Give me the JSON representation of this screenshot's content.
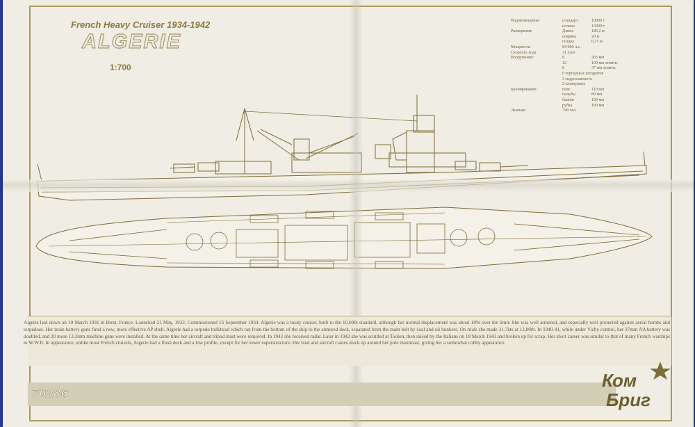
{
  "header": {
    "title": "French Heavy Cruiser 1934-1942",
    "ship_name": "ALGERIE",
    "scale": "1:700"
  },
  "specs": {
    "rows": [
      {
        "label": "Водоизмещение",
        "sub": "стандарт.",
        "value": "10000 т"
      },
      {
        "label": "",
        "sub": "полное",
        "value": "13900 т"
      },
      {
        "label": "Размерения:",
        "sub": "Длина",
        "value": "186,2 м"
      },
      {
        "label": "",
        "sub": "ширина",
        "value": "20 м"
      },
      {
        "label": "",
        "sub": "осадка",
        "value": "6,15 м"
      },
      {
        "label": "Мощность:",
        "sub": "84 000 л.с.",
        "value": ""
      },
      {
        "label": "Скорость хода",
        "sub": "31 узел",
        "value": ""
      },
      {
        "label": "Вооружение:",
        "sub": "8",
        "value": "203 мм"
      },
      {
        "label": "",
        "sub": "12",
        "value": "100 мм зенитн."
      },
      {
        "label": "",
        "sub": "8",
        "value": "37 мм зенитн."
      },
      {
        "label": "",
        "sub": "6 торпедных аппаратов",
        "value": ""
      },
      {
        "label": "",
        "sub": "3 гидросамолета",
        "value": ""
      },
      {
        "label": "",
        "sub": "2 катапульты",
        "value": ""
      },
      {
        "label": "Бронирование:",
        "sub": "пояс",
        "value": "110 мм"
      },
      {
        "label": "",
        "sub": "палубы",
        "value": "80 мм"
      },
      {
        "label": "",
        "sub": "башни",
        "value": "100 мм"
      },
      {
        "label": "",
        "sub": "рубка",
        "value": "100 мм"
      },
      {
        "label": "Экипаж:",
        "sub": "748 чел.",
        "value": ""
      }
    ]
  },
  "history": {
    "text": "Algerie laid down on 19 March 1931 in Brest, France. Launched 21 May, 1932. Commissioned 15 September 1934. Algerie was a treaty cruiser, built to the 10,000t standard, although her normal displacement was about 10% over the limit. She was well armored, and especially well protected against aerial bombs and torpedoes. Her main battery guns fired a new, more effective AP shell. Algerie had a torpedo bulkhead which ran from the bottom of the ship to the armored deck, separated from the main belt by coal and oil bunkers. On trials she made 31.7kts at 12,000t. In 1940-41, while under Vichy control, her 37mm AA battery was doubled, and 20 more 13.2mm machine guns were installed. At the same time her aircraft and tripod mast were removed. In 1942 she received radar. Later in 1942 she was scuttled at Toulon, then raised by the Italians on 18 March 1943 and broken up for scrap. Her short career was similar to that of many French warships in W.W.II. In appearance, unlike most French cruisers, Algerie had a flush deck and a low profile, except for her tower superstructure. Her boat and aircraft cranes stuck up around her pole mainmast, giving her a somewhat cobby appearance."
  },
  "footer": {
    "code": "70286",
    "logo_top": "Ком",
    "logo_bottom": "Бриг"
  },
  "colors": {
    "paper": "#efede4",
    "ink": "#8c7a3f",
    "background": "#2d3f9e"
  }
}
